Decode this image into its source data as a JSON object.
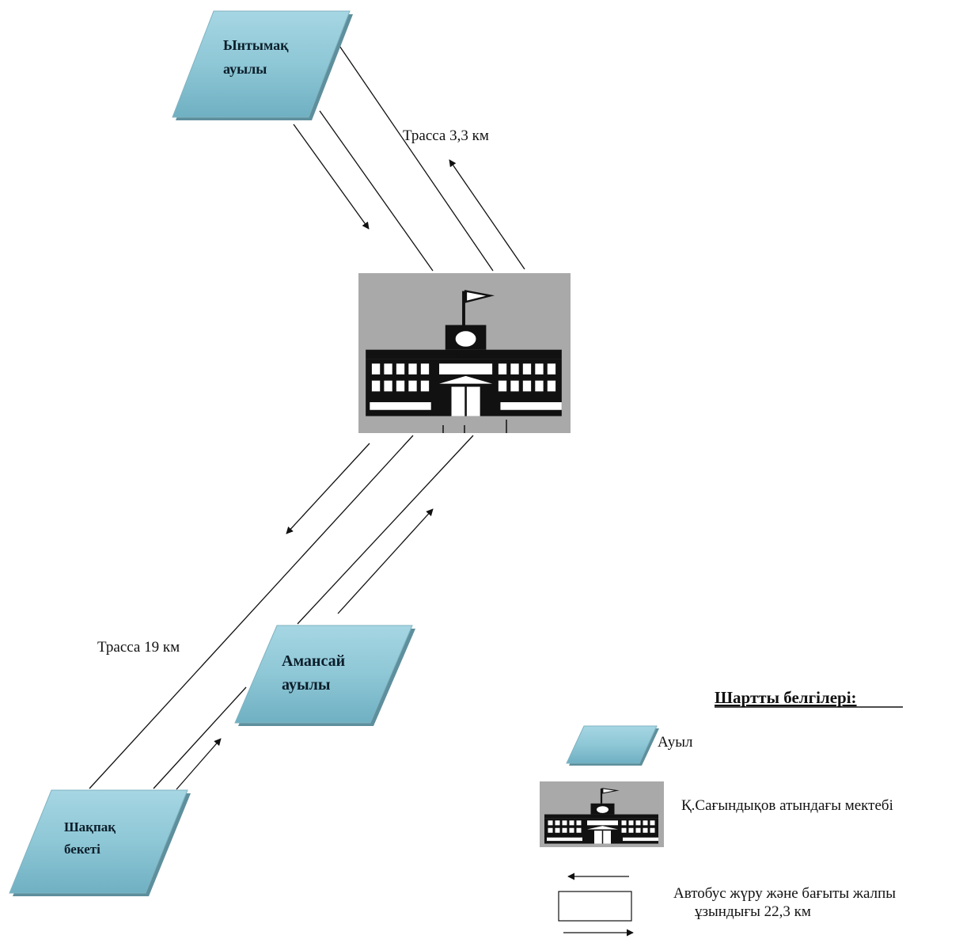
{
  "nodes": {
    "yntymak": {
      "line1": "Ынтымақ",
      "line2": "ауылы"
    },
    "amansai": {
      "line1": "Амансай",
      "line2": "ауылы"
    },
    "shakpak": {
      "line1": "Шақпақ",
      "line2": "бекеті"
    },
    "school": {
      "sign": "Мектеп"
    }
  },
  "roads": {
    "north_label": "Трасса 3,3 км",
    "south_label": "Трасса 19 км"
  },
  "legend": {
    "title": "Шартты белгілері:",
    "village": "Ауыл",
    "school": "Қ.Сағындықов атындағы мектебі",
    "bus_line1": "Автобус жүру және бағыты жалпы",
    "bus_line2": "ұзындығы 22,3 км"
  },
  "colors": {
    "village_fill": "#8ec7d6",
    "village_edge": "#5e8f9c",
    "school_bg": "#a9a9a9",
    "line": "#111111"
  }
}
